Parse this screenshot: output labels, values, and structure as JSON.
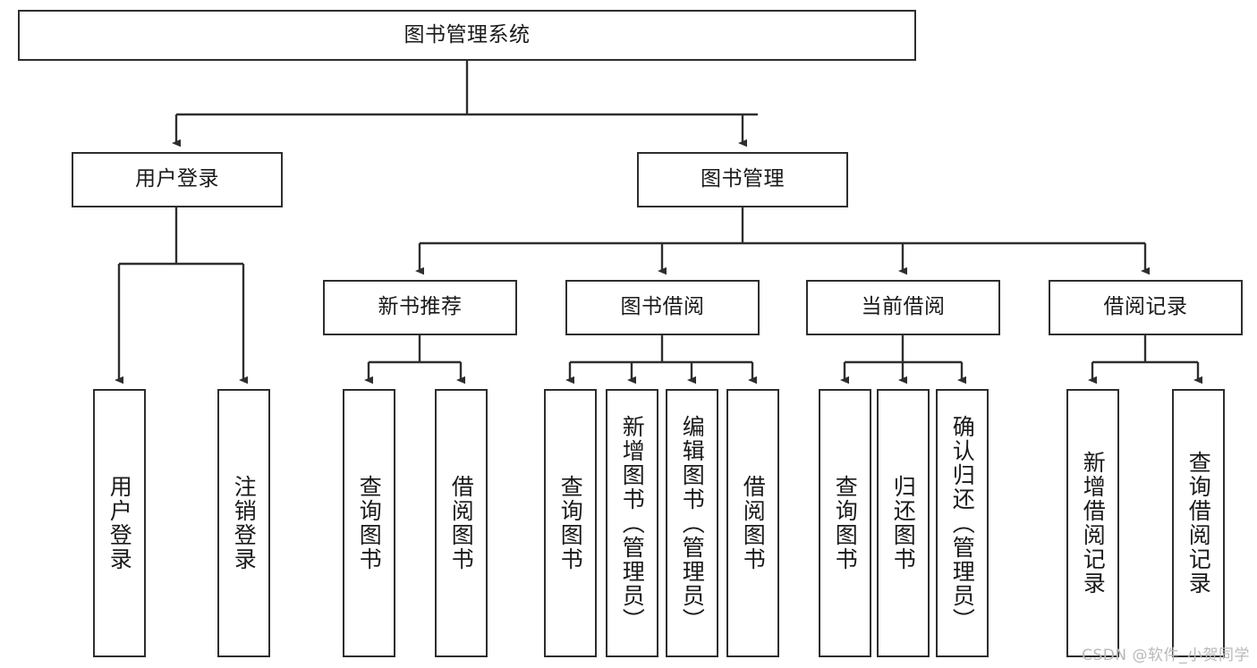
{
  "diagram": {
    "type": "tree-hierarchy",
    "title": "图书管理系统",
    "orientation": "top-down",
    "colors": {
      "stroke": "#2e2e2e",
      "fill": "#ffffff",
      "text": "#1a1a1a",
      "watermark": "#b9b9b9"
    },
    "nodes": {
      "root": {
        "label": "图书管理系统"
      },
      "level2": [
        {
          "id": "user-login",
          "label": "用户登录"
        },
        {
          "id": "book-management",
          "label": "图书管理"
        }
      ],
      "level3": [
        {
          "id": "new-book-recommend",
          "label": "新书推荐"
        },
        {
          "id": "book-borrow",
          "label": "图书借阅"
        },
        {
          "id": "current-borrow",
          "label": "当前借阅"
        },
        {
          "id": "borrow-record",
          "label": "借阅记录"
        }
      ],
      "leaves": {
        "user-login": [
          {
            "id": "leaf-user-login",
            "label": "用户登录"
          },
          {
            "id": "leaf-logout-login",
            "label": "注销登录"
          }
        ],
        "new-book-recommend": [
          {
            "id": "leaf-query-book-1",
            "label": "查询图书"
          },
          {
            "id": "leaf-borrow-book-1",
            "label": "借阅图书"
          }
        ],
        "book-borrow": [
          {
            "id": "leaf-query-book-2",
            "label": "查询图书"
          },
          {
            "id": "leaf-add-book",
            "label": "新增图书（管理员）"
          },
          {
            "id": "leaf-edit-book",
            "label": "编辑图书（管理员）"
          },
          {
            "id": "leaf-borrow-book-2",
            "label": "借阅图书"
          }
        ],
        "current-borrow": [
          {
            "id": "leaf-query-book-3",
            "label": "查询图书"
          },
          {
            "id": "leaf-return-book",
            "label": "归还图书"
          },
          {
            "id": "leaf-confirm-return",
            "label": "确认归还（管理员）"
          }
        ],
        "borrow-record": [
          {
            "id": "leaf-add-record",
            "label": "新增借阅记录"
          },
          {
            "id": "leaf-query-record",
            "label": "查询借阅记录"
          }
        ]
      }
    },
    "watermark": "CSDN @软件_小贺同学"
  }
}
